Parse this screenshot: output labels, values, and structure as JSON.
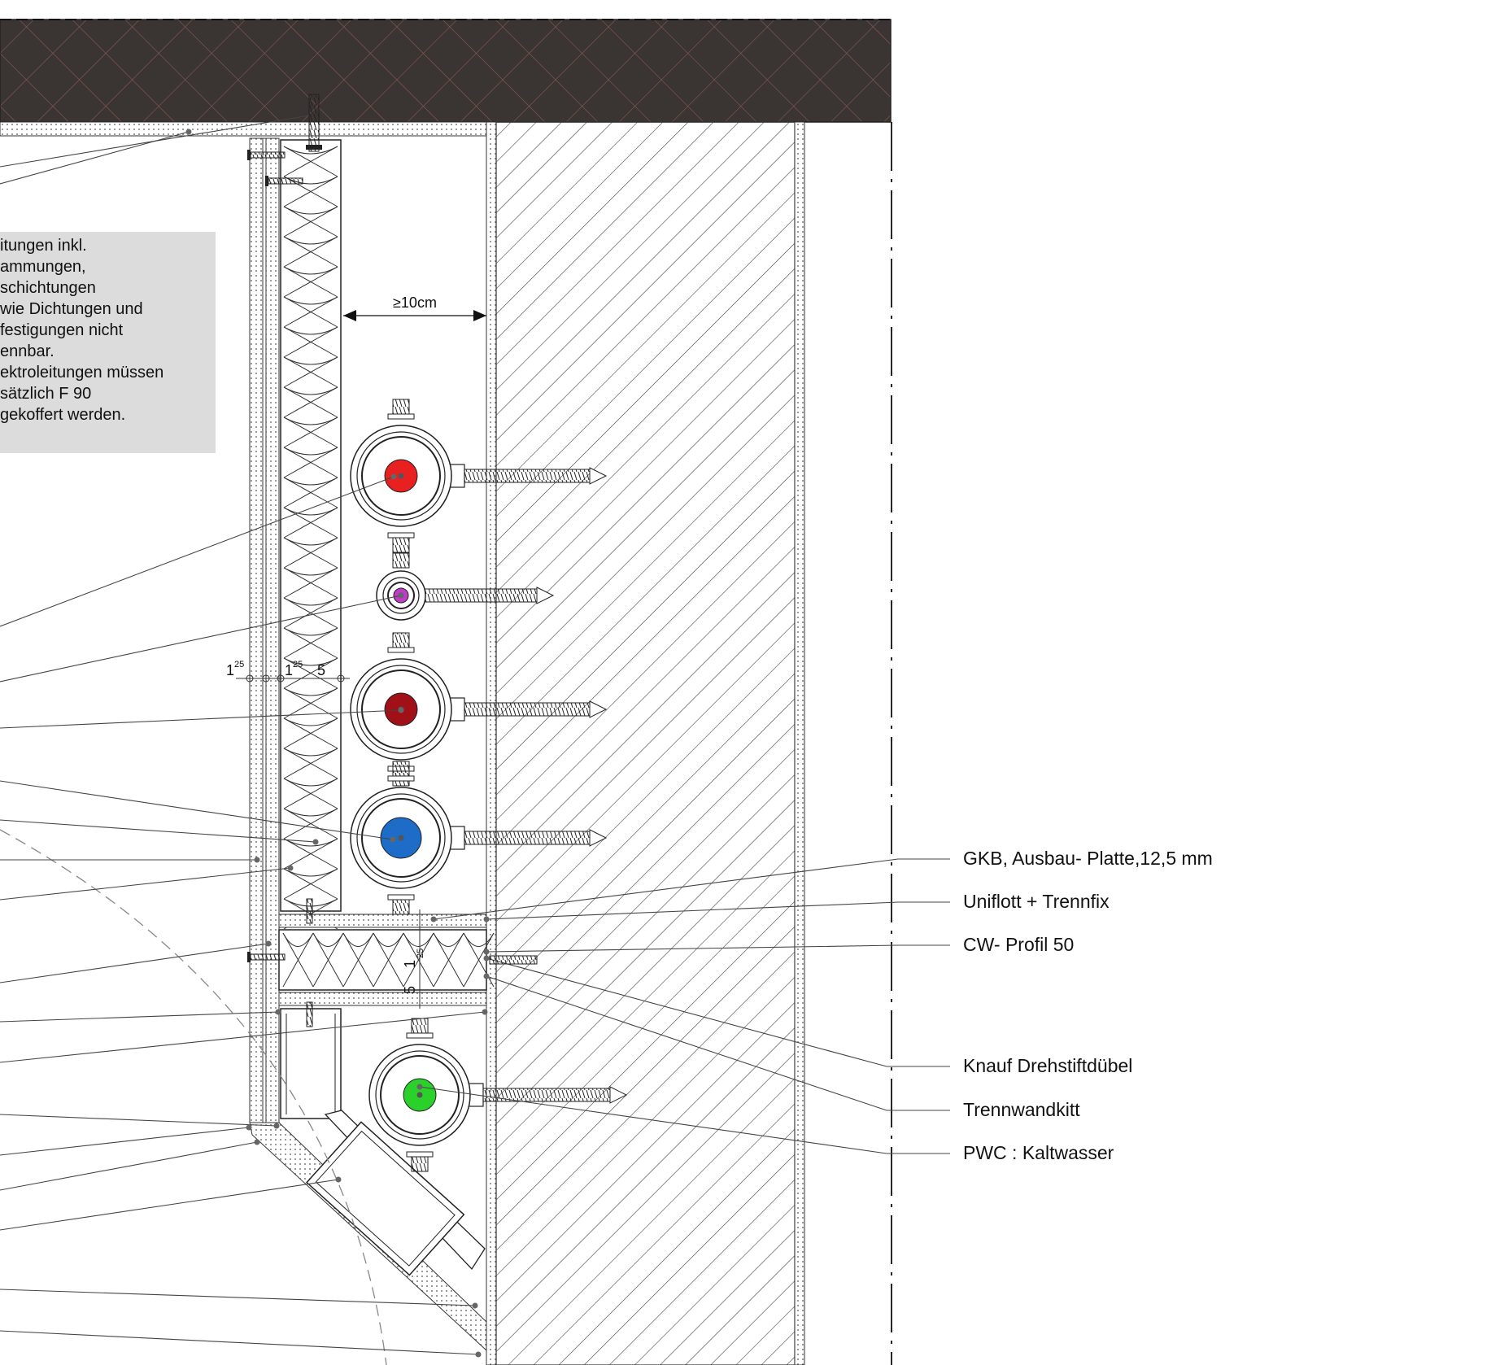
{
  "note": {
    "lines": [
      "itungen inkl.",
      "ammungen,",
      "schichtungen",
      "wie Dichtungen und",
      "festigungen nicht",
      "ennbar.",
      "ektroleitungen müssen",
      "sätzlich F 90",
      "gekoffert werden."
    ]
  },
  "dimensions": {
    "clearance": "≥10cm",
    "layer_a": "1",
    "layer_a_sup": "25",
    "layer_b": "1",
    "layer_b_sup": "25",
    "layer_c": "5",
    "box_a": "1",
    "box_a_sup": "25",
    "box_b": "5"
  },
  "labels": [
    "GKB, Ausbau- Platte,12,5 mm",
    "Uniflott + Trennfix",
    "CW- Profil 50",
    "Knauf Drehstiftdübel",
    "Trennwandkitt",
    "PWC : Kaltwasser"
  ],
  "pipe_colors": {
    "hot_supply": "#e8201f",
    "circulation": "#c03cc8",
    "hot_return": "#a01016",
    "cold_upper": "#1c6cc8",
    "cold_lower": "#2bd02b"
  },
  "colors": {
    "ceiling": "#3a3433",
    "ceiling_hatch": "#8a5a52",
    "note_bg": "#dcdcdc"
  }
}
